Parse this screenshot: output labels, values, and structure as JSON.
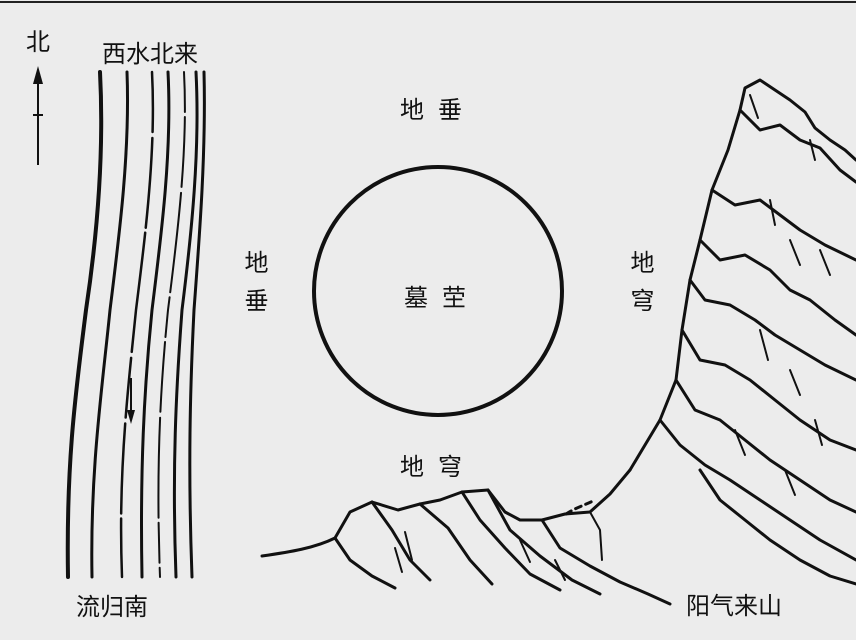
{
  "labels": {
    "north": "北",
    "water_from": "西水北来",
    "flow_to": "流归南",
    "top": "地垂",
    "left": "地垂",
    "right": "地穹",
    "bottom": "地穹",
    "center": "墓茔",
    "mountain": "阳气来山"
  },
  "colors": {
    "ink": "#111111",
    "paper": "#ececec"
  }
}
